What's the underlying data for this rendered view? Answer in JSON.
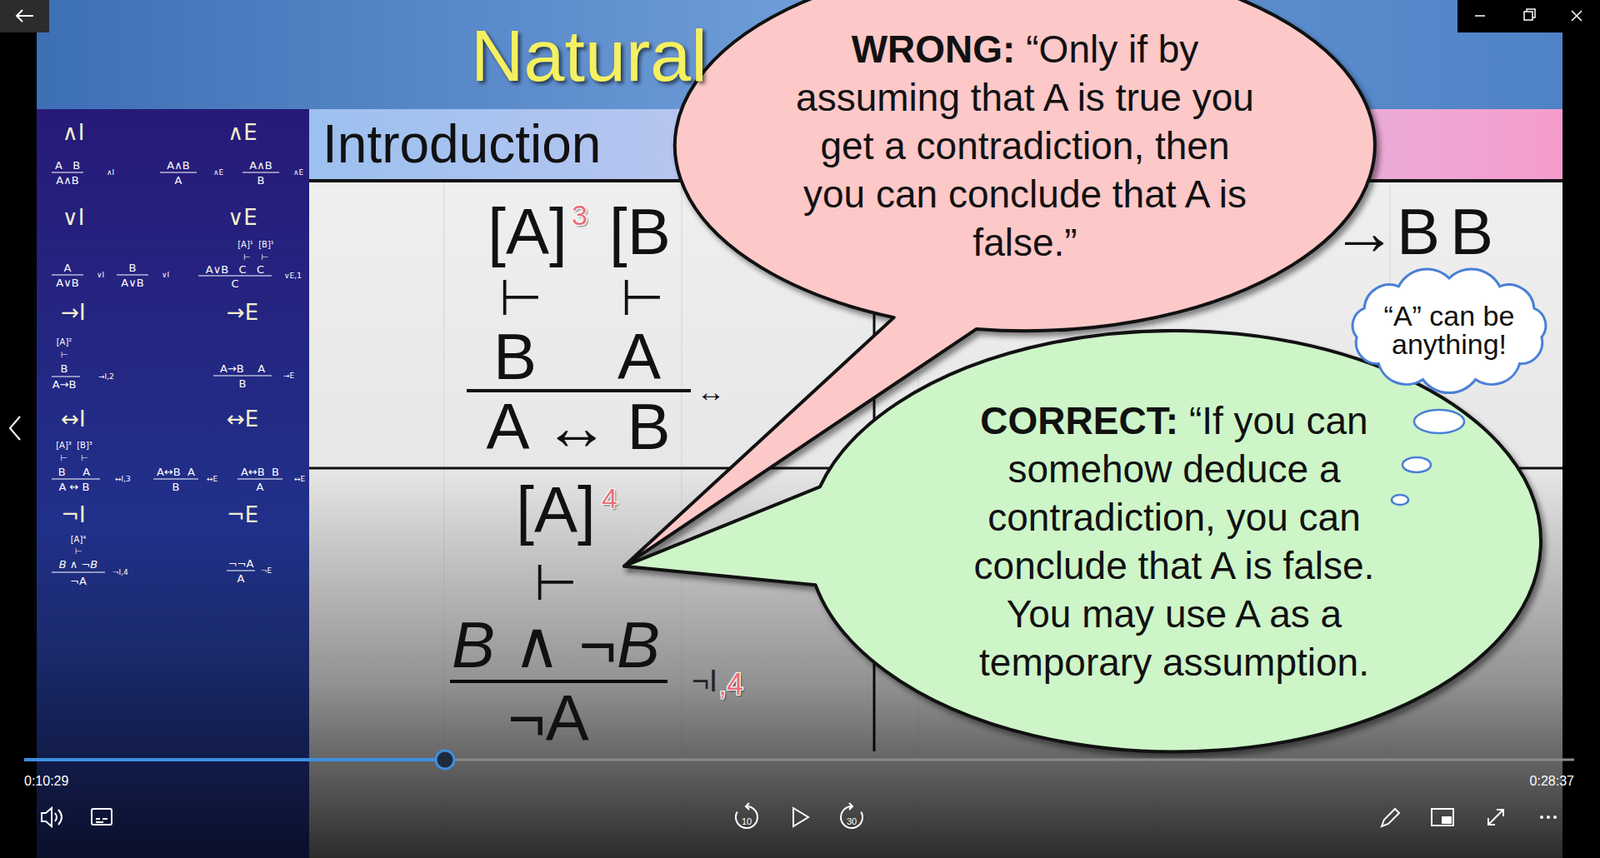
{
  "diagram": {
    "title": "Natural",
    "nodes": [
      {
        "text": [
          "∧I",
          "∧E",
          "A   B",
          "A∧B",
          "∧I",
          "A∧B",
          "A",
          "∧E",
          "A∧B",
          "B",
          "∧E",
          "∨I",
          "∨E",
          "A",
          "A∨B",
          "∨I",
          "B",
          "A∨B",
          "∨I",
          "[A]¹  [B]¹",
          "⊢    ⊢",
          "A∨B   C   C",
          "C",
          "∨E,1",
          "→I",
          "→E",
          "[A]²",
          "⊢",
          "B",
          "A→B",
          "→I,2",
          "A→B    A",
          "B",
          "→E",
          "↔I",
          "↔E",
          "[A]³  [B]³",
          "⊢     ⊢",
          "B     A",
          "A ↔ B",
          "↔I,3",
          "A↔B  A",
          "B",
          "↔E",
          "A↔B  B",
          "A",
          "↔E",
          "¬I",
          "¬E",
          "[A]⁴",
          "⊢",
          "B ∧ ¬B",
          "¬A",
          "¬I,4",
          "¬¬A",
          "A",
          "¬E"
        ]
      },
      {
        "text": [
          "Introduction"
        ]
      },
      {
        "text": [
          "WRONG:",
          "“Only if by assuming that A is true you get a contradiction, then you can conclude that A is false.”"
        ]
      },
      {
        "text": [
          "“A” can be anything!"
        ]
      },
      {
        "text": [
          "CORRECT:",
          "“If you can somehow deduce a contradiction, you can conclude that A is false. You may use A as a temporary assumption."
        ]
      }
    ],
    "labels": [
      "[A]",
      "3",
      "[B",
      "⊢",
      "⊢",
      "B",
      "A",
      "A ↔ B",
      "↔",
      "→B",
      "B",
      "[A]",
      "4",
      "⊢",
      "B ∧ ¬B",
      "¬A",
      "¬I",
      ",4",
      "0:10:29",
      "0:28:37",
      "10",
      "30"
    ]
  }
}
